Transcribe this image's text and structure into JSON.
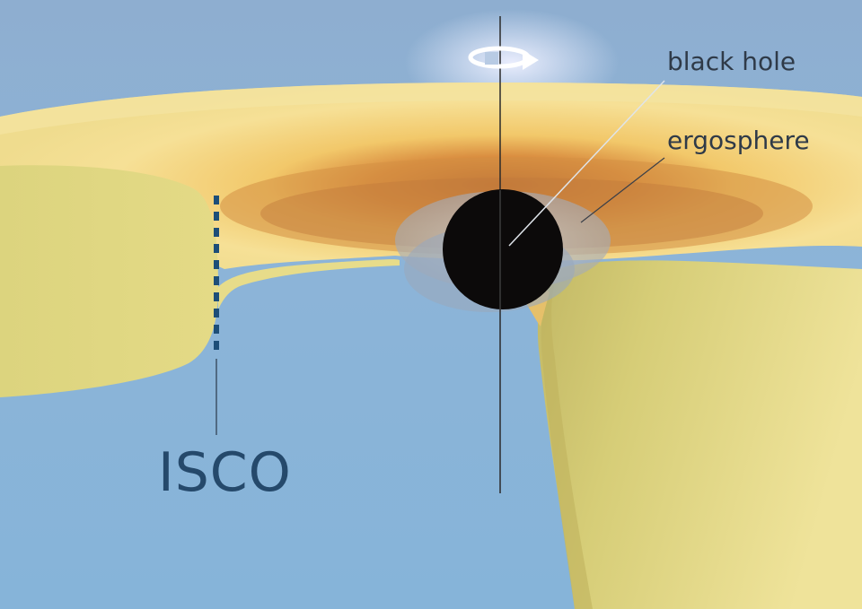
{
  "labels": {
    "black_hole": "black hole",
    "ergosphere": "ergosphere",
    "isco": "ISCO"
  },
  "icons": {
    "rotation": "rotation-arrow-icon"
  },
  "colors": {
    "sky_top": "#a9c3de",
    "background": "#8bb3d6",
    "disk_light": "#f3dd8d",
    "disk_shadow": "#d9cf73",
    "disk_hot": "#c9803d",
    "black_hole": "#0c0a0a",
    "ergosphere": "#b7bdc6",
    "axis": "#2a2a2a",
    "isco_marker": "#1d4e78",
    "label_text": "#2f3a48"
  }
}
